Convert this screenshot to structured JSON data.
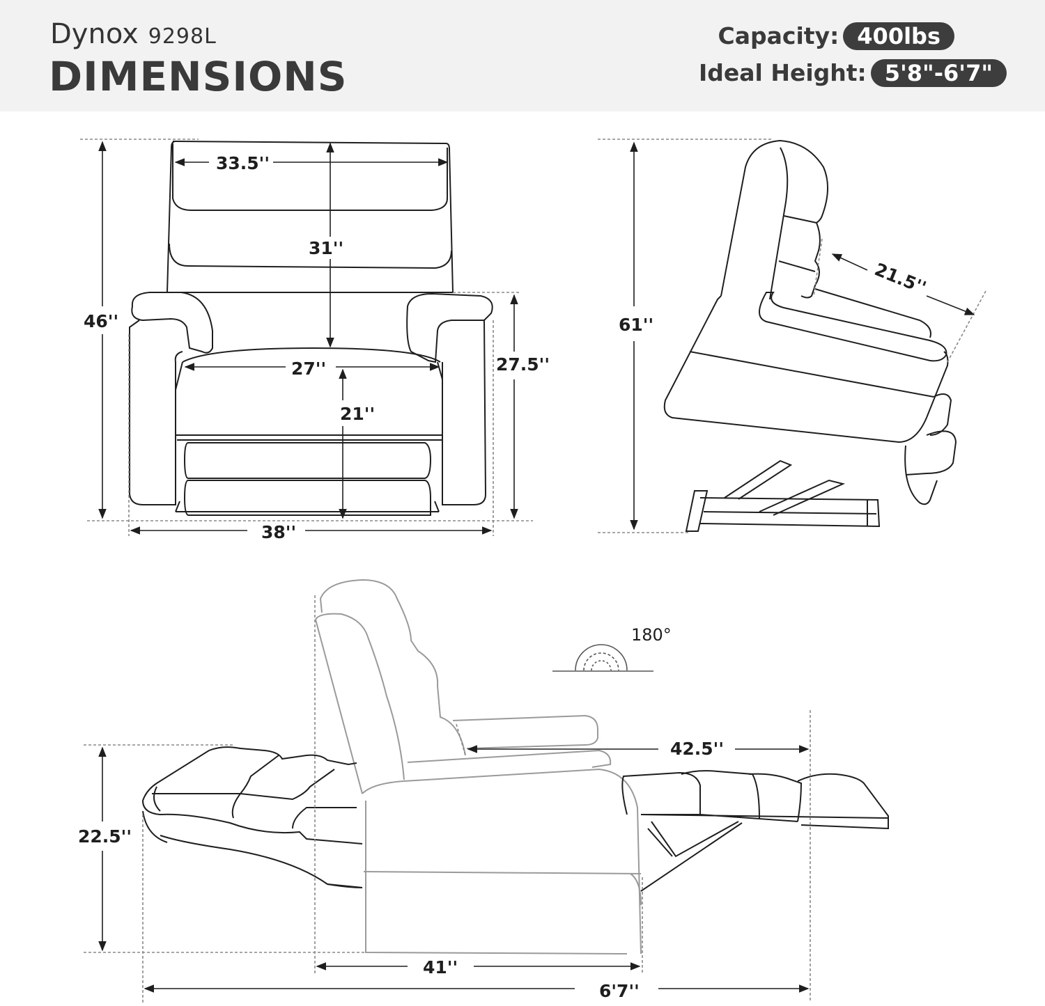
{
  "header": {
    "brand": "Dynox",
    "model": "9298L",
    "title": "DIMENSIONS",
    "capacity_label": "Capacity:",
    "capacity_value": "400lbs",
    "height_label": "Ideal Height:",
    "height_value": "5'8\"-6'7\""
  },
  "front_view": {
    "overall_height": "46''",
    "back_width": "33.5''",
    "back_height": "31''",
    "seat_width": "27''",
    "seat_height": "21''",
    "arm_height": "27.5''",
    "overall_width": "38''"
  },
  "side_view": {
    "lifted_height": "61''",
    "seat_depth": "21.5''"
  },
  "recline_view": {
    "angle": "180°",
    "footrest_extension": "42.5''",
    "recline_height": "22.5''",
    "base_depth": "41''",
    "total_length": "6'7''"
  },
  "colors": {
    "header_bg": "#f2f2f2",
    "pill_bg": "#3d3d3d",
    "outline": "#1e1e1e",
    "outline_light": "#9a9a9a"
  }
}
